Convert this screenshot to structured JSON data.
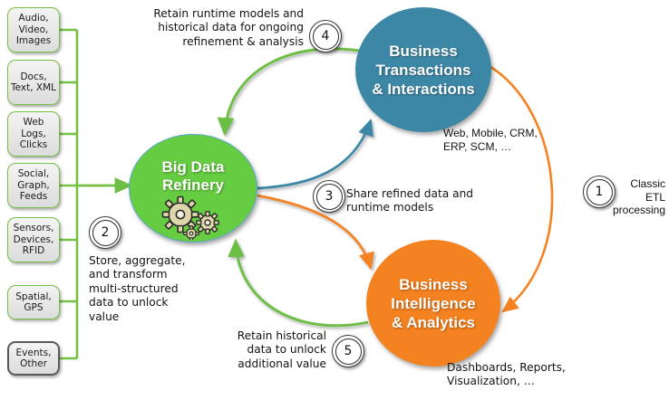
{
  "diagram": {
    "title": "Big Data Refinery architecture flow",
    "colors": {
      "green": "#66cc41",
      "green_line": "#76c043",
      "blue": "#3d87a6",
      "orange": "#f58220",
      "box_fill": "#e6e6e6",
      "text": "#131313"
    }
  },
  "sources": [
    {
      "id": "audio-video-images",
      "lines": "Audio,\nVideo,\nImages",
      "style": "green"
    },
    {
      "id": "docs-text-xml",
      "lines": "Docs,\nText,\nXML",
      "style": "green"
    },
    {
      "id": "web-logs-clicks",
      "lines": "Web\nLogs,\nClicks",
      "style": "green"
    },
    {
      "id": "social-graph-feeds",
      "lines": "Social,\nGraph,\nFeeds",
      "style": "green"
    },
    {
      "id": "sensors-devices-rfid",
      "lines": "Sensors,\nDevices,\nRFID",
      "style": "green"
    },
    {
      "id": "spatial-gps",
      "lines": "Spatial,\nGPS",
      "style": "green"
    },
    {
      "id": "events-other",
      "lines": "Events,\nOther",
      "style": "dark"
    }
  ],
  "nodes": {
    "refinery": {
      "label": "Big Data\nRefinery",
      "color": "#66cc41",
      "icon": "gears-icon"
    },
    "transactions": {
      "label": "Business\nTransactions\n& Interactions",
      "color": "#3d87a6"
    },
    "bi": {
      "label": "Business\nIntelligence\n& Analytics",
      "color": "#f58220"
    }
  },
  "captions": {
    "transactions_examples": "Web, Mobile, CRM,\nERP, SCM, …",
    "bi_examples": "Dashboards, Reports,\nVisualization, …"
  },
  "steps": [
    {
      "number": "1",
      "text": "Classic\nETL\nprocessing",
      "align": "right",
      "font": "arial"
    },
    {
      "number": "2",
      "text": "Store, aggregate,\nand transform\nmulti-structured\ndata to unlock\nvalue",
      "align": "left",
      "font": "calibri"
    },
    {
      "number": "3",
      "text": "Share refined data and\nruntime models",
      "align": "left",
      "font": "calibri"
    },
    {
      "number": "4",
      "text": "Retain runtime models and\nhistorical data for ongoing\nrefinement & analysis",
      "align": "right",
      "font": "calibri"
    },
    {
      "number": "5",
      "text": "Retain historical\ndata to unlock\nadditional value",
      "align": "right",
      "font": "calibri"
    }
  ]
}
